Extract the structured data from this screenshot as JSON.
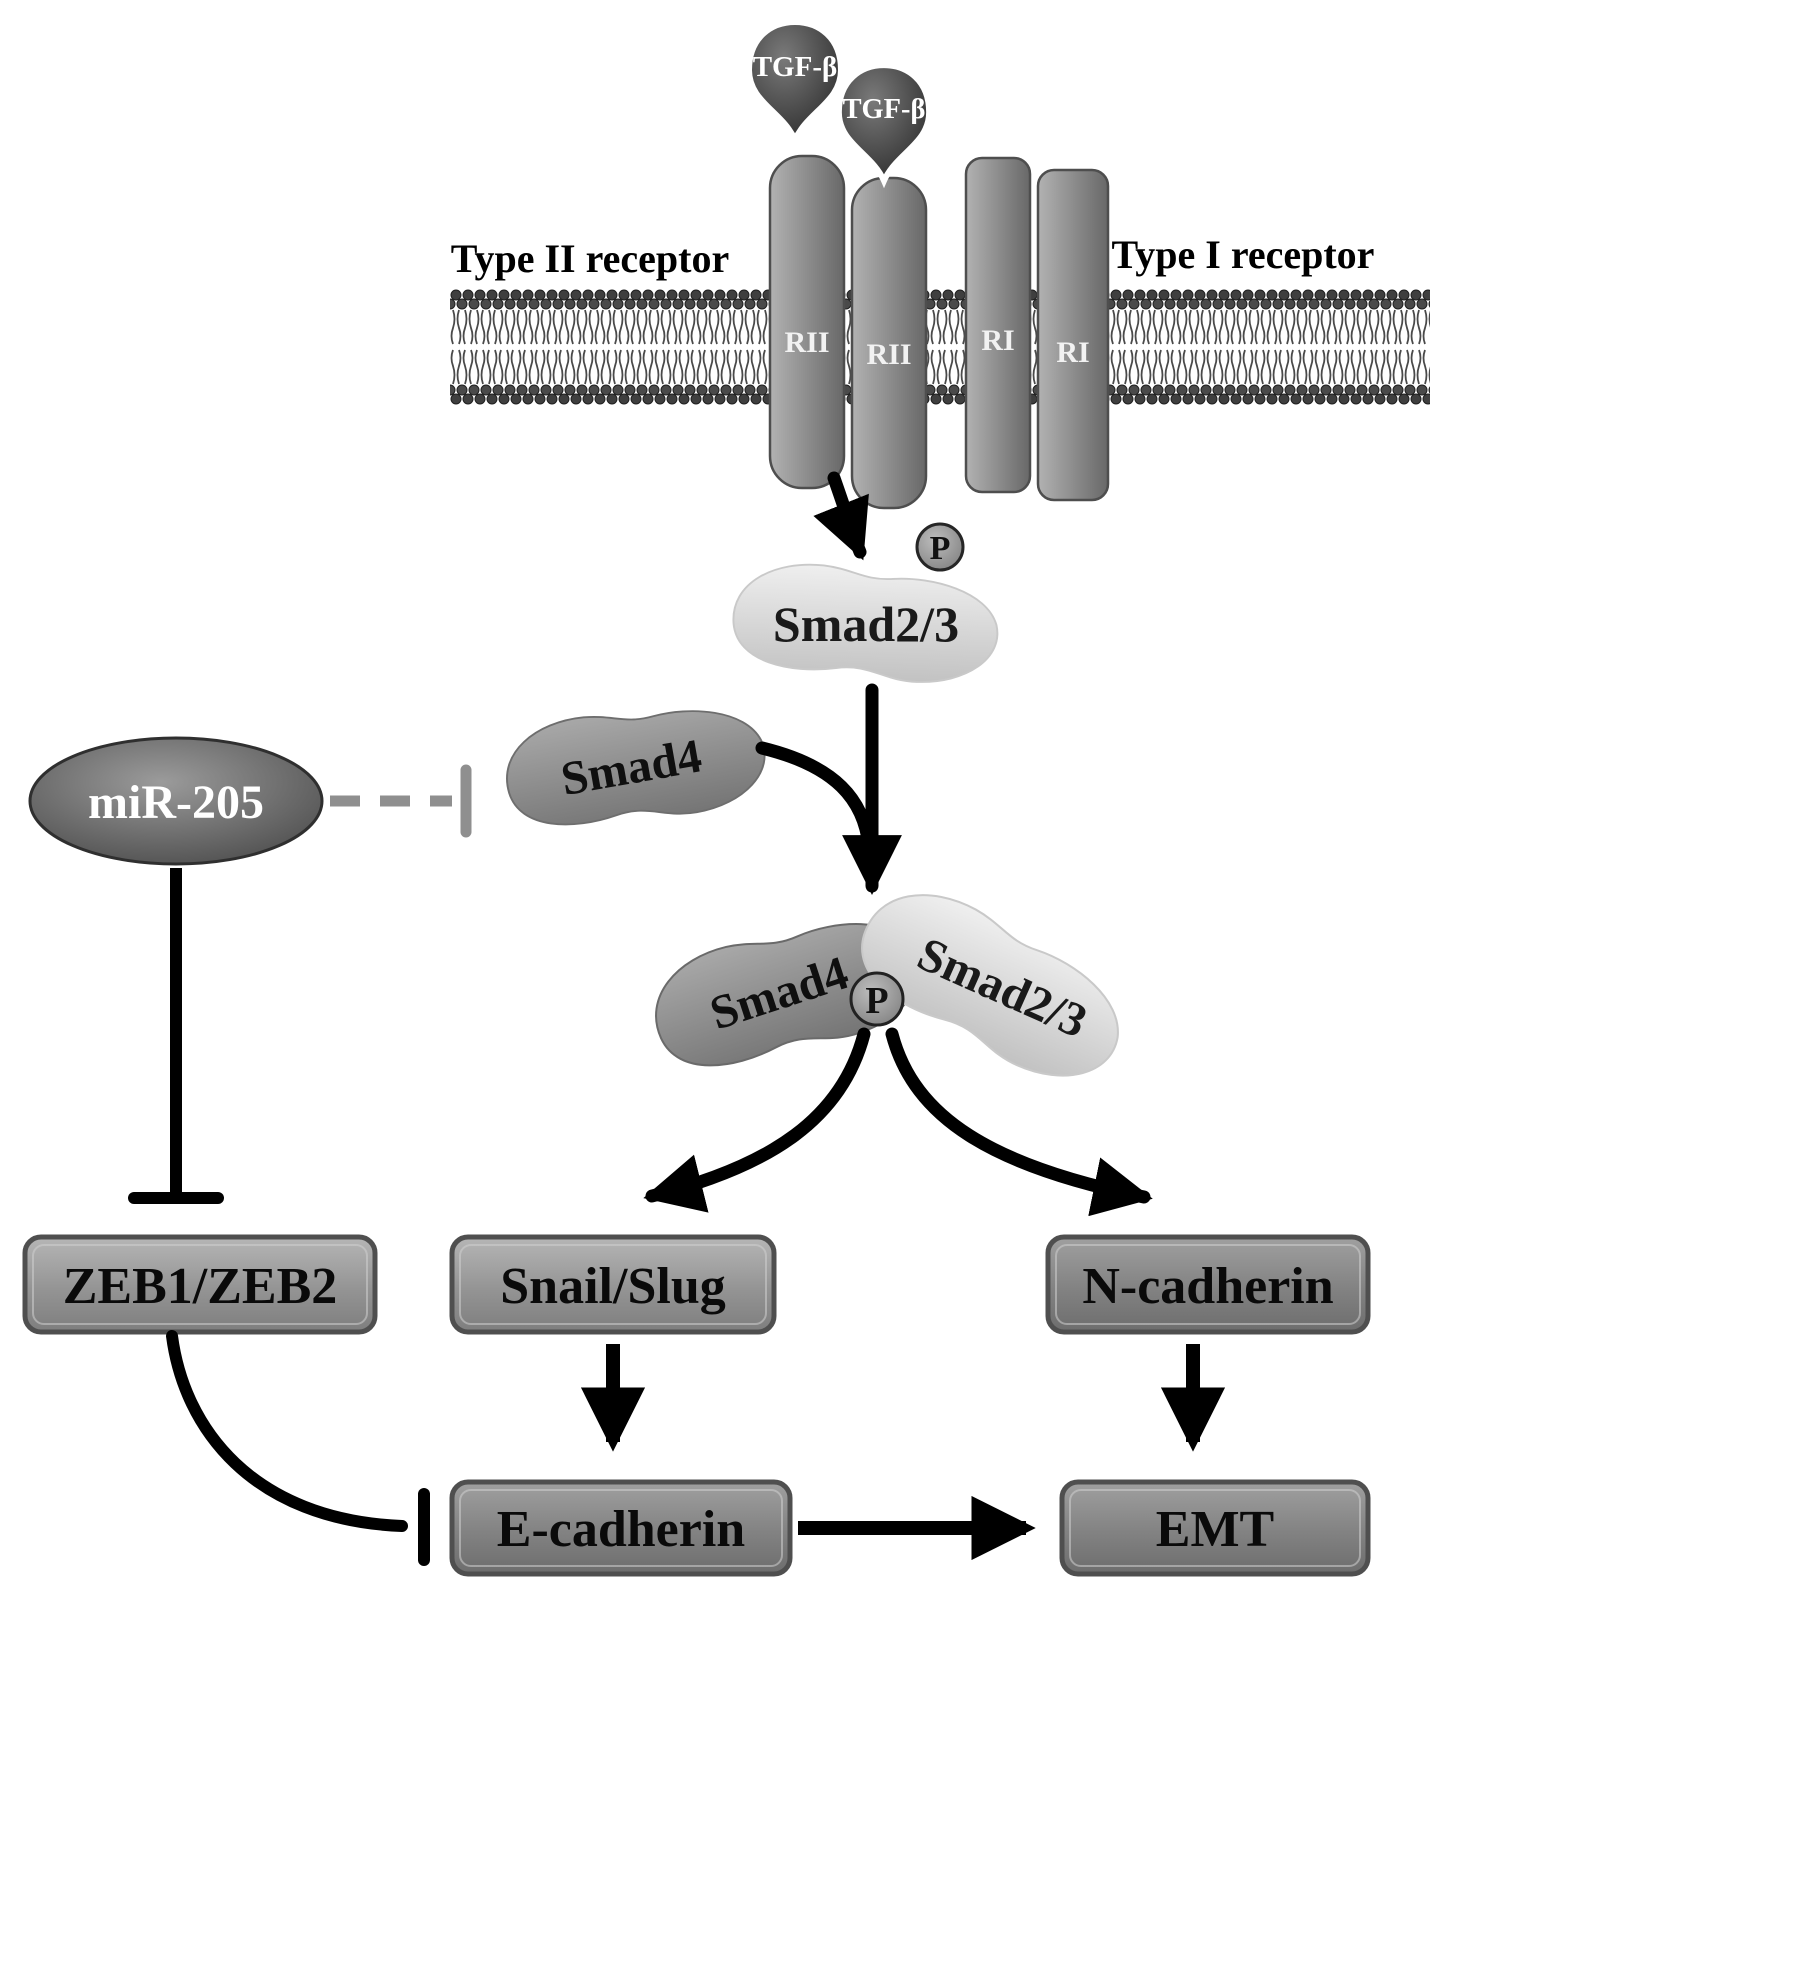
{
  "labels": {
    "tgfb_1": "TGF-β",
    "tgfb_2": "TGF-β",
    "type2_receptor": "Type II receptor",
    "type1_receptor": "Type I receptor",
    "rii_1": "RII",
    "rii_2": "RII",
    "ri_1": "RI",
    "ri_2": "RI",
    "phospho_1": "P",
    "phospho_2": "P",
    "smad23_top": "Smad2/3",
    "smad4_free": "Smad4",
    "complex_smad4": "Smad4",
    "complex_smad23": "Smad2/3",
    "mir205": "miR-205",
    "zeb": "ZEB1/ZEB2",
    "snail_slug": "Snail/Slug",
    "n_cadherin": "N-cadherin",
    "e_cadherin": "E-cadherin",
    "emt": "EMT"
  },
  "colors": {
    "background": "#ffffff",
    "ink": "#000000",
    "ligand_dark": "#333333",
    "bean_light": "#d9d9d9",
    "bean_mid": "#8d8d8d",
    "box_border": "#4f4f4f",
    "inhibitor_dash": "#8f8f8f"
  }
}
